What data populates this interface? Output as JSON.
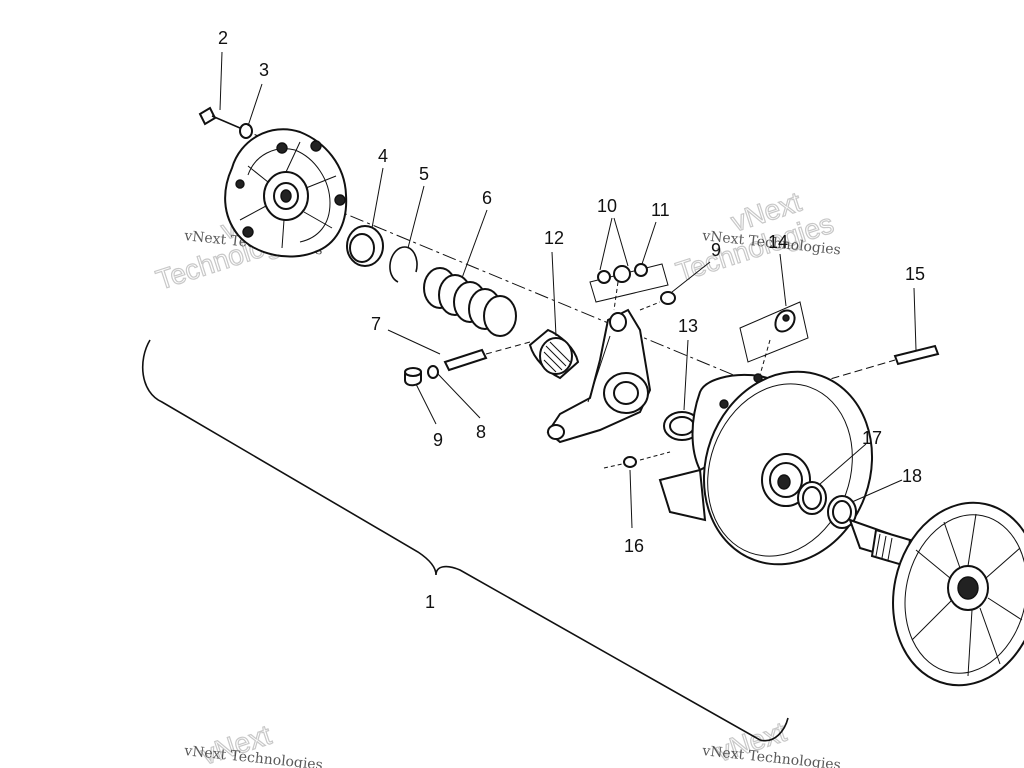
{
  "watermark": {
    "small_text": "vNext Technologies",
    "big_line1": "vNext",
    "big_line2": "Technologies",
    "logo_word": "vNext"
  },
  "callouts": [
    {
      "id": "2",
      "label": "2"
    },
    {
      "id": "3",
      "label": "3"
    },
    {
      "id": "4",
      "label": "4"
    },
    {
      "id": "5",
      "label": "5"
    },
    {
      "id": "6",
      "label": "6"
    },
    {
      "id": "7",
      "label": "7"
    },
    {
      "id": "8",
      "label": "8"
    },
    {
      "id": "9a",
      "label": "9"
    },
    {
      "id": "9b",
      "label": "9"
    },
    {
      "id": "10",
      "label": "10"
    },
    {
      "id": "11",
      "label": "11"
    },
    {
      "id": "12",
      "label": "12"
    },
    {
      "id": "13",
      "label": "13"
    },
    {
      "id": "14",
      "label": "14"
    },
    {
      "id": "15",
      "label": "15"
    },
    {
      "id": "16",
      "label": "16"
    },
    {
      "id": "17",
      "label": "17"
    },
    {
      "id": "18",
      "label": "18"
    },
    {
      "id": "1",
      "label": "1"
    }
  ]
}
